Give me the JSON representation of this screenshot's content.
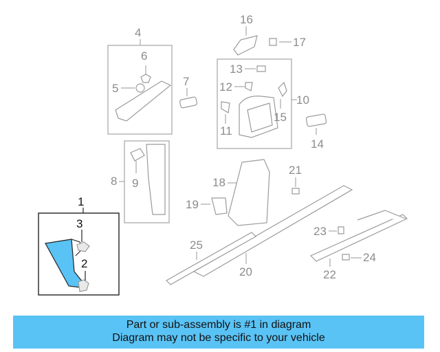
{
  "diagram": {
    "callouts": [
      "1",
      "2",
      "3",
      "4",
      "5",
      "6",
      "7",
      "8",
      "9",
      "10",
      "11",
      "12",
      "13",
      "14",
      "15",
      "16",
      "17",
      "18",
      "19",
      "20",
      "21",
      "22",
      "23",
      "24",
      "25"
    ],
    "highlighted_part": "1",
    "colors": {
      "highlight": "#5ac3f5",
      "line": "#a8a8a8",
      "highlight_line": "#222222"
    }
  },
  "footer": {
    "line1": "Part or sub-assembly is #1 in diagram",
    "line2": "Diagram may not be specific to your vehicle",
    "background": "#5ac3f5"
  }
}
